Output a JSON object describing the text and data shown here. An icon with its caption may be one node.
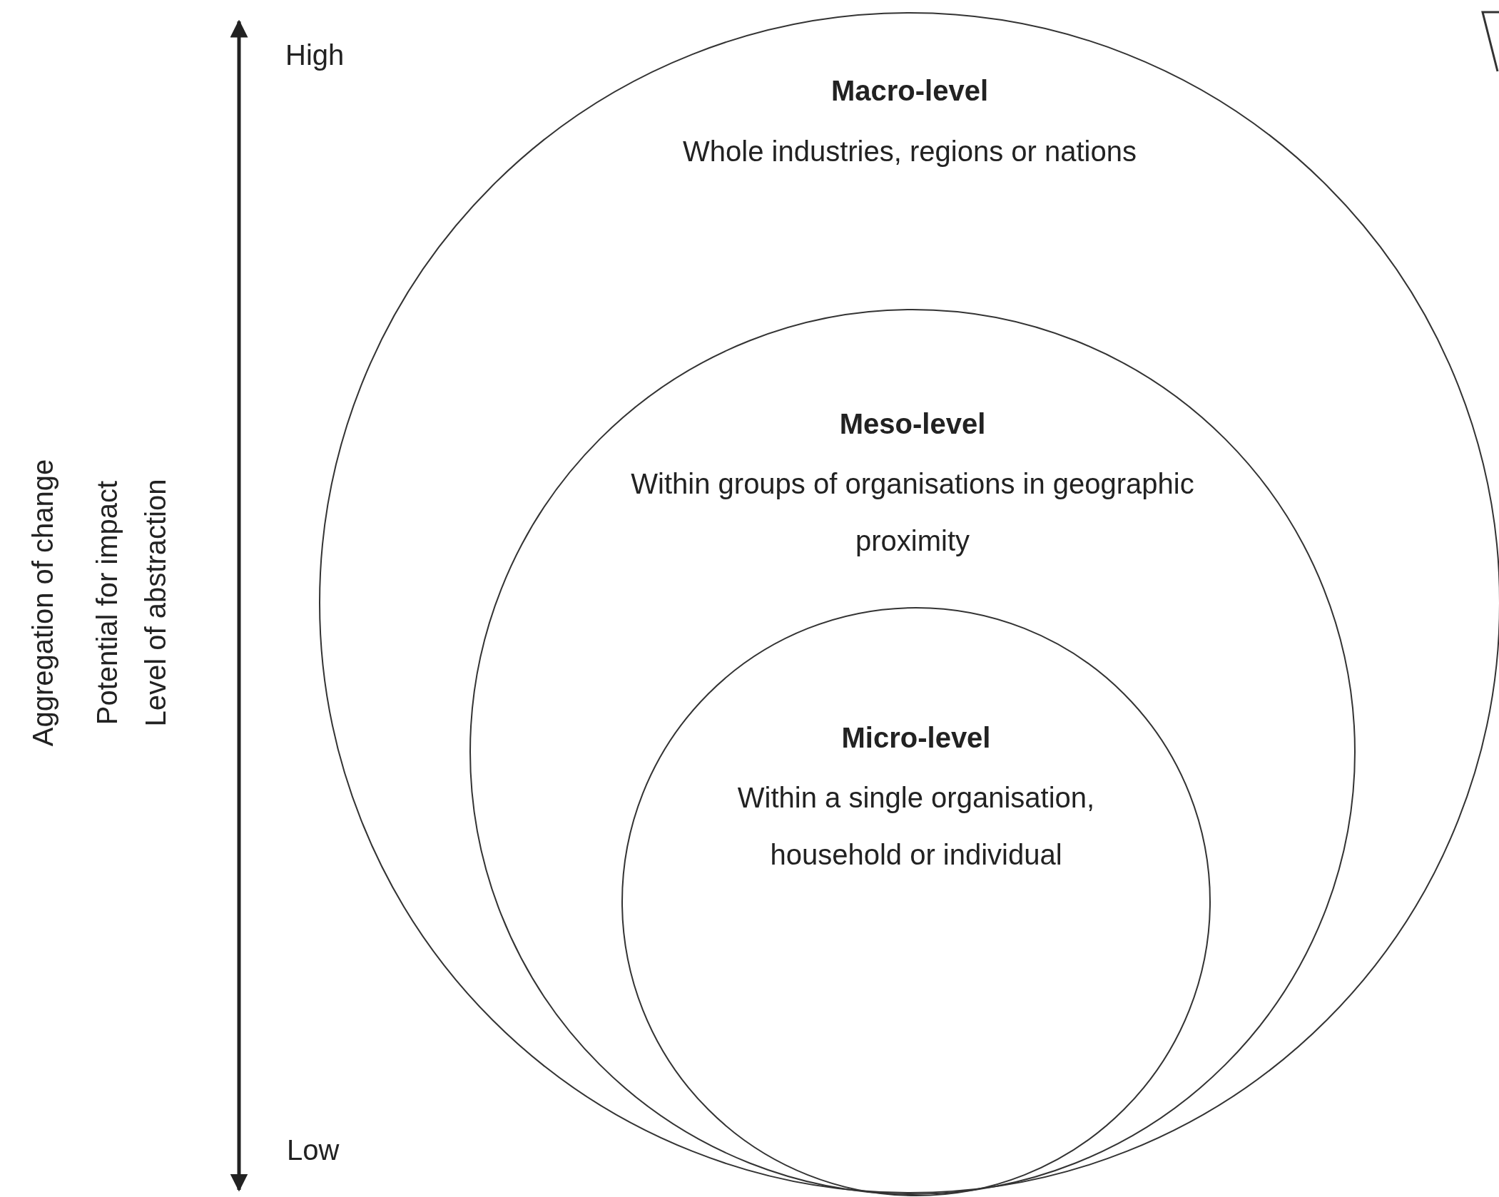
{
  "diagram": {
    "nodes": [
      {
        "text": [
          "Macro-level",
          "Whole industries, regions or nations"
        ]
      },
      {
        "text": [
          "Meso-level",
          "Within groups of organisations in geographic proximity"
        ],
        "in": 0
      },
      {
        "text": [
          "Micro-level",
          "Within a single organisation, household or individual"
        ],
        "in": 1
      }
    ],
    "labels": [
      "High",
      "Aggregation of change",
      "Potential for impact",
      "Level of abstraction",
      "Low"
    ]
  }
}
